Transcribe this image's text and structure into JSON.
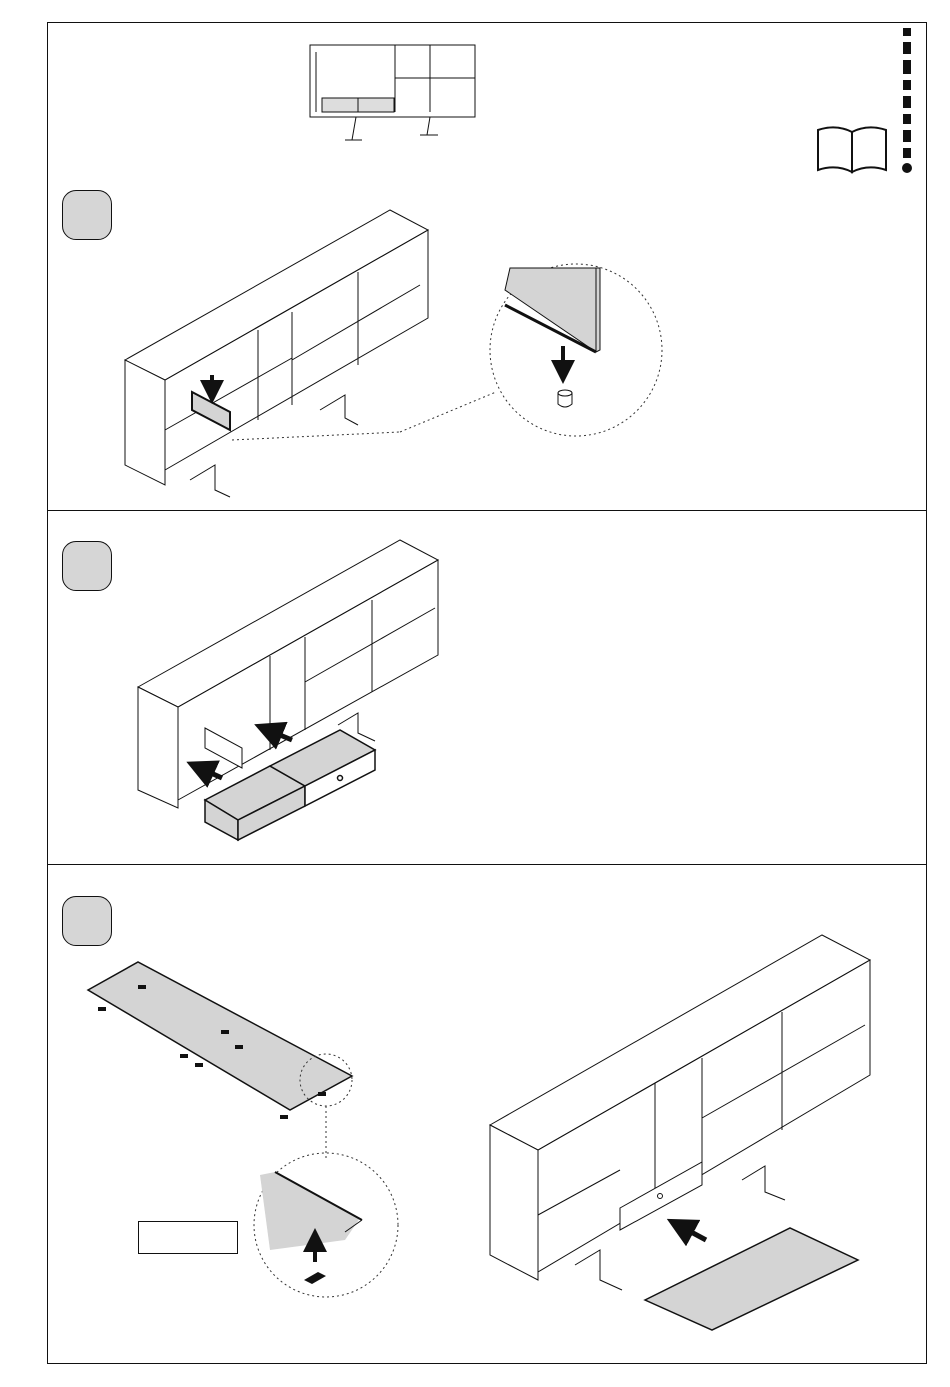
{
  "document": {
    "brand_mark": "brand-logo-vertical",
    "manual_icon": "open-book-icon",
    "steps": [
      {
        "id": 1,
        "badge_text": "",
        "illustration": "insert-back-panel-with-pin-detail"
      },
      {
        "id": 2,
        "badge_text": "",
        "illustration": "slide-in-drawers"
      },
      {
        "id": 3,
        "badge_text": "",
        "illustration": "attach-top-panel-with-clips-detail"
      }
    ],
    "step3_label": ""
  },
  "colors": {
    "line": "#111111",
    "panel_fill": "#d4d4d4",
    "badge_fill": "#d6d6d6",
    "dotted": "#333333"
  }
}
